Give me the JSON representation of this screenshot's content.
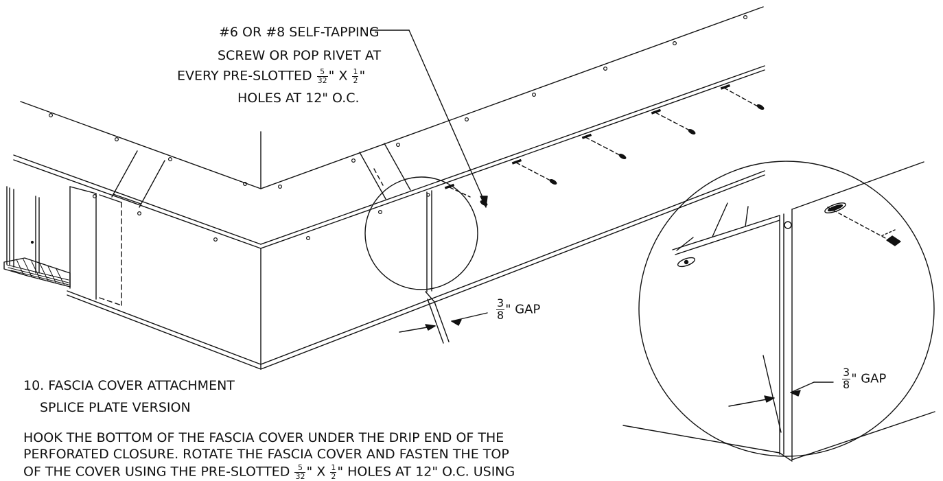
{
  "callout": {
    "line1": "#6 OR #8 SELF-TAPPING",
    "line2": "SCREW OR POP RIVET AT",
    "line3_prefix": "EVERY PRE-SLOTTED ",
    "line3_frac1_num": "5",
    "line3_frac1_den": "32",
    "line3_mid": "\" X ",
    "line3_frac2_num": "1",
    "line3_frac2_den": "2",
    "line3_suffix": "\"",
    "line4": "HOLES AT 12\"  O.C."
  },
  "gap_main": {
    "num": "3",
    "den": "8",
    "label": "\" GAP"
  },
  "gap_detail": {
    "num": "3",
    "den": "8",
    "label": "\" GAP"
  },
  "step_title": "10. FASCIA COVER ATTACHMENT",
  "step_subtitle": "SPLICE PLATE VERSION",
  "instructions": {
    "line1": "HOOK THE BOTTOM OF THE  FASCIA COVER UNDER THE DRIP END OF THE",
    "line2": "PERFORATED CLOSURE.  ROTATE THE FASCIA COVER AND FASTEN THE TOP",
    "line3_prefix": "OF THE COVER USING THE PRE-SLOTTED  ",
    "line3_frac1_num": "5",
    "line3_frac1_den": "32",
    "line3_mid": "\" X ",
    "line3_frac2_num": "1",
    "line3_frac2_den": "2",
    "line3_suffix": "\" HOLES AT 12\" O.C. USING"
  }
}
